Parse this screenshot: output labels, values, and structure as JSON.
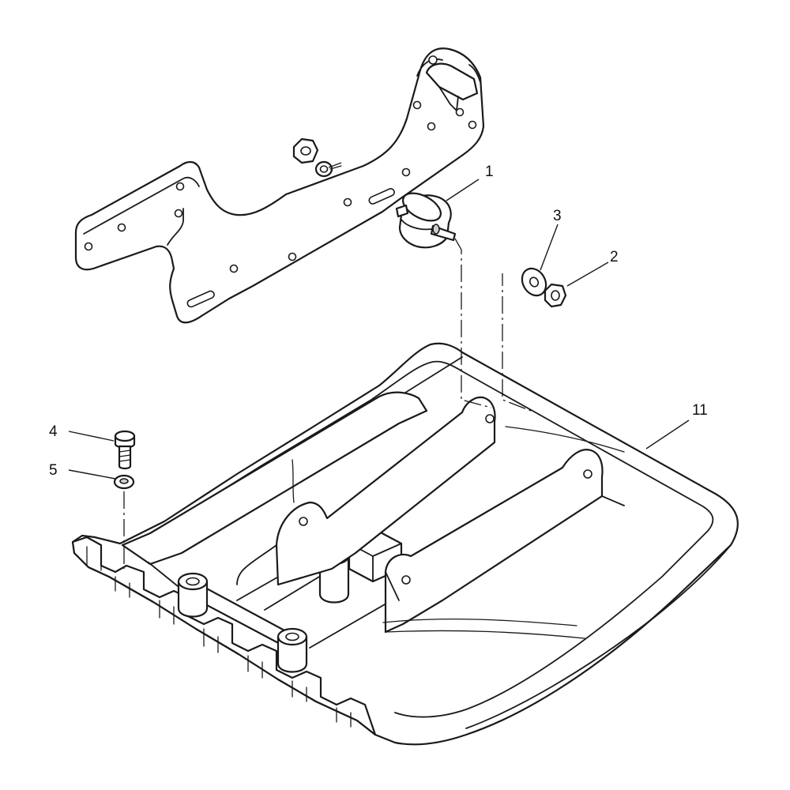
{
  "callouts": [
    {
      "id": "c1",
      "label": "1"
    },
    {
      "id": "c2",
      "label": "2"
    },
    {
      "id": "c3",
      "label": "3"
    },
    {
      "id": "c4",
      "label": "4"
    },
    {
      "id": "c5",
      "label": "5"
    },
    {
      "id": "c11",
      "label": "11"
    }
  ]
}
